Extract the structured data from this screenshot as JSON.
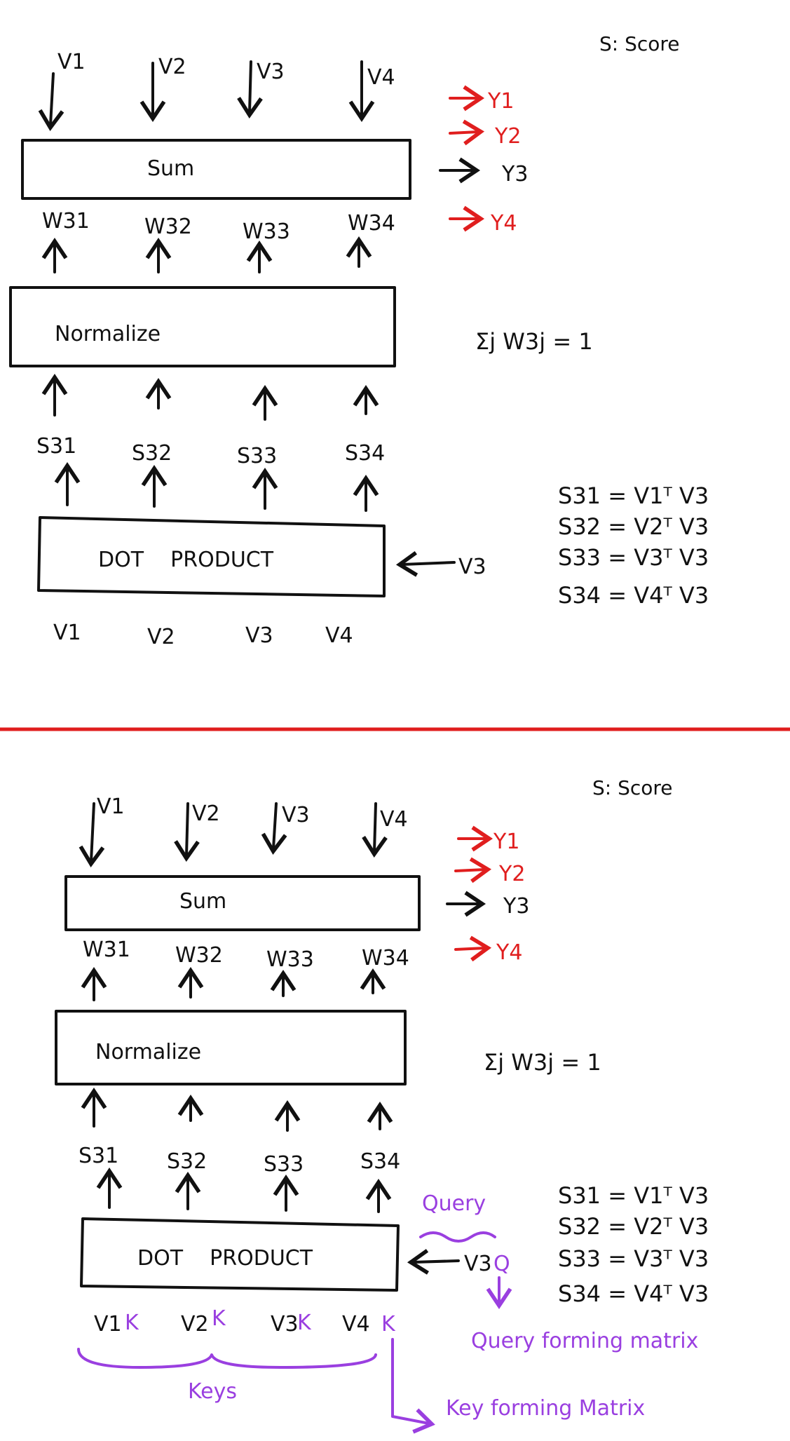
{
  "colors": {
    "ink": "#111111",
    "red": "#e01e1e",
    "purple": "#9a3fe0",
    "divider": "#e01e1e"
  },
  "top": {
    "legend": "S: Score",
    "inputs_top": [
      "V1",
      "V2",
      "V3",
      "V4"
    ],
    "sum_label": "Sum",
    "outputs": [
      "Y1",
      "Y2",
      "Y3",
      "Y4"
    ],
    "weights": [
      "W31",
      "W32",
      "W33",
      "W34"
    ],
    "normalize_label": "Normalize",
    "norm_eq": "Σj W3j = 1",
    "scores": [
      "S31",
      "S32",
      "S33",
      "S34"
    ],
    "dot_label": "DOT    PRODUCT",
    "query_input": "V3",
    "inputs_bottom": [
      "V1",
      "V2",
      "V3",
      "V4"
    ],
    "score_eqs": [
      "S31 = V1ᵀ V3",
      "S32 = V2ᵀ V3",
      "S33 = V3ᵀ V3",
      "S34 = V4ᵀ V3"
    ]
  },
  "bottom": {
    "legend": "S: Score",
    "inputs_top": [
      "V1",
      "V2",
      "V3",
      "V4"
    ],
    "sum_label": "Sum",
    "outputs": [
      "Y1",
      "Y2",
      "Y3",
      "Y4"
    ],
    "weights": [
      "W31",
      "W32",
      "W33",
      "W34"
    ],
    "normalize_label": "Normalize",
    "norm_eq": "Σj W3j = 1",
    "scores": [
      "S31",
      "S32",
      "S33",
      "S34"
    ],
    "dot_label": "DOT    PRODUCT",
    "query_input": "V3",
    "query_suffix": "Q",
    "inputs_bottom": [
      "V1",
      "V2",
      "V3",
      "V4"
    ],
    "key_suffix": "K",
    "score_eqs": [
      "S31 = V1ᵀ V3",
      "S32 = V2ᵀ V3",
      "S33 = V3ᵀ V3",
      "S34 = V4ᵀ V3"
    ],
    "query_label": "Query",
    "query_matrix_label": "Query forming matrix",
    "keys_label": "Keys",
    "key_matrix_label": "Key forming Matrix"
  }
}
